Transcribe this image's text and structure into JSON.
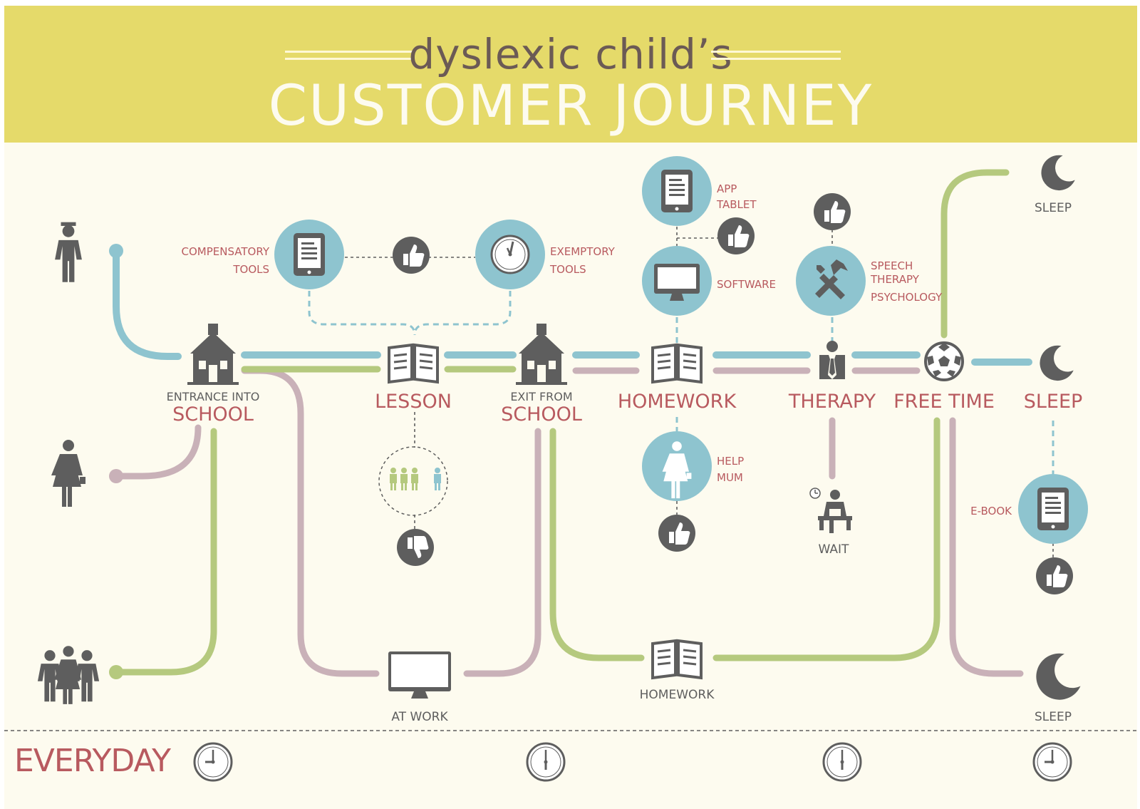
{
  "header": {
    "subtitle": "dyslexic child’s",
    "title": "CUSTOMER JOURNEY"
  },
  "colors": {
    "header_bg": "#e5da6a",
    "page_bg": "#fdfbef",
    "blue_path": "#8ec4cf",
    "mauve_path": "#c9b1b8",
    "green_path": "#b5c97e",
    "circle_blue": "#8ec4cf",
    "icon_dark": "#5e5e5e",
    "label_red": "#b85a5f"
  },
  "personas": [
    {
      "icon": "child-icon"
    },
    {
      "icon": "mother-icon"
    },
    {
      "icon": "family-icon"
    }
  ],
  "stages": {
    "entrance": {
      "line1": "ENTRANCE INTO",
      "line2": "SCHOOL",
      "icon": "school-icon"
    },
    "lesson": {
      "line2": "LESSON",
      "icon": "book-icon"
    },
    "exit": {
      "line1": "EXIT FROM",
      "line2": "SCHOOL",
      "icon": "school-icon"
    },
    "homework": {
      "line2": "HOMEWORK",
      "icon": "book-icon"
    },
    "therapy": {
      "line2": "THERAPY",
      "icon": "therapist-icon"
    },
    "free_time": {
      "line2": "FREE TIME",
      "icon": "soccer-ball-icon"
    },
    "sleep": {
      "line2": "SLEEP",
      "icon": "moon-icon"
    }
  },
  "touchpoints": {
    "compensatory": {
      "line1": "COMPENSATORY",
      "line2": "TOOLS",
      "icon": "tablet-icon"
    },
    "exemptory": {
      "line1": "EXEMPTORY",
      "line2": "TOOLS",
      "icon": "clock-icon"
    },
    "app_tablet": {
      "line1": "APP",
      "line2": "TABLET",
      "icon": "tablet-icon"
    },
    "software": {
      "line1": "SOFTWARE",
      "icon": "monitor-icon"
    },
    "speech_therapy": {
      "line1": "SPEECH",
      "line2": "THERAPY",
      "line3": "PSYCHOLOGY",
      "icon": "tools-icon"
    },
    "help_mum": {
      "line1": "HELP",
      "line2": "MUM",
      "icon": "mother-icon"
    },
    "ebook": {
      "line1": "E-BOOK",
      "icon": "tablet-icon"
    },
    "wait": {
      "label": "WAIT",
      "icon": "waiting-person-icon"
    },
    "classmates": {
      "icon": "classmates-icon"
    }
  },
  "feedback": [
    {
      "where": "school",
      "sentiment": "thumbs-up"
    },
    {
      "where": "app_tablet",
      "sentiment": "thumbs-up"
    },
    {
      "where": "speech_therapy",
      "sentiment": "thumbs-up"
    },
    {
      "where": "lesson",
      "sentiment": "thumbs-down"
    },
    {
      "where": "help_mum",
      "sentiment": "thumbs-up"
    },
    {
      "where": "ebook",
      "sentiment": "thumbs-up"
    }
  ],
  "parent_path": {
    "at_work": "AT WORK",
    "homework": "HOMEWORK",
    "sleep_top": "SLEEP",
    "sleep_bottom": "SLEEP"
  },
  "footer": {
    "everyday": "EVERYDAY",
    "clocks": [
      {
        "hour": 9,
        "minute": 0
      },
      {
        "hour": 6,
        "minute": 0
      },
      {
        "hour": 6,
        "minute": 0
      },
      {
        "hour": 9,
        "minute": 0
      }
    ]
  }
}
